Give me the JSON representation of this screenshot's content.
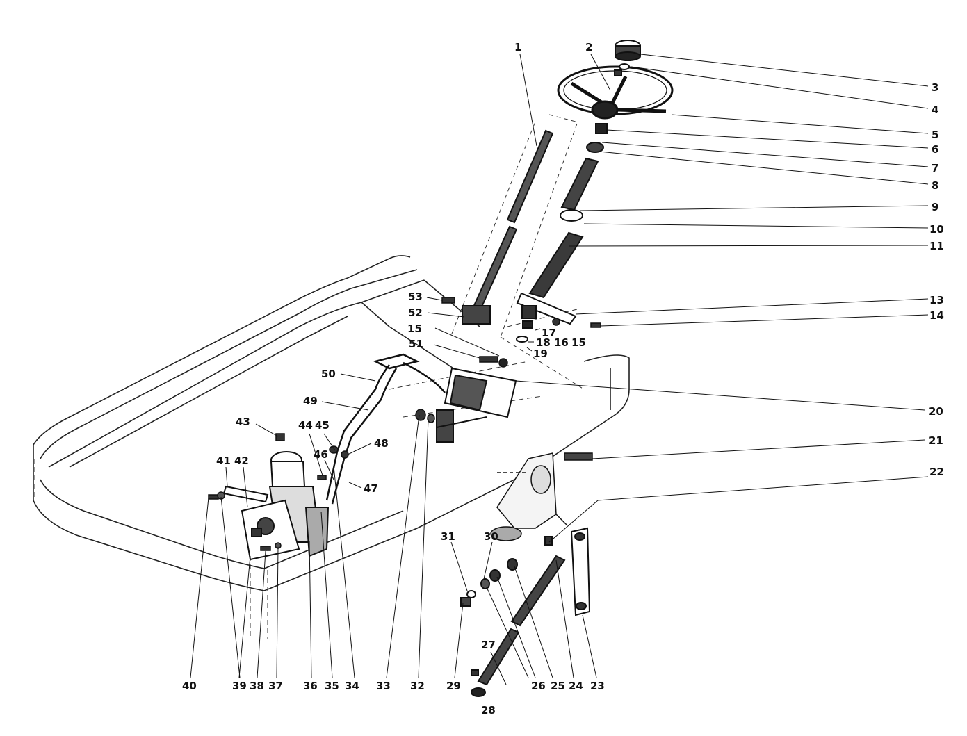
{
  "labels": {
    "l1": "1",
    "l2": "2",
    "l3": "3",
    "l4": "4",
    "l5": "5",
    "l6": "6",
    "l7": "7",
    "l8": "8",
    "l9": "9",
    "l10": "10",
    "l11": "11",
    "l13": "13",
    "l14": "14",
    "l15a": "15",
    "l15b": "15",
    "l16": "16",
    "l17": "17",
    "l18": "18",
    "l19": "19",
    "l20": "20",
    "l21": "21",
    "l22": "22",
    "l23": "23",
    "l24": "24",
    "l25": "25",
    "l26": "26",
    "l27": "27",
    "l28": "28",
    "l29": "29",
    "l30": "30",
    "l31": "31",
    "l32": "32",
    "l33": "33",
    "l34": "34",
    "l35": "35",
    "l36": "36",
    "l37": "37",
    "l38": "38",
    "l39": "39",
    "l40": "40",
    "l41": "41",
    "l42": "42",
    "l43": "43",
    "l44": "44",
    "l45": "45",
    "l46": "46",
    "l47": "47",
    "l48": "48",
    "l49": "49",
    "l50": "50",
    "l51": "51",
    "l52": "52",
    "l53": "53"
  },
  "colors": {
    "ink": "#111111",
    "paper": "#ffffff"
  }
}
